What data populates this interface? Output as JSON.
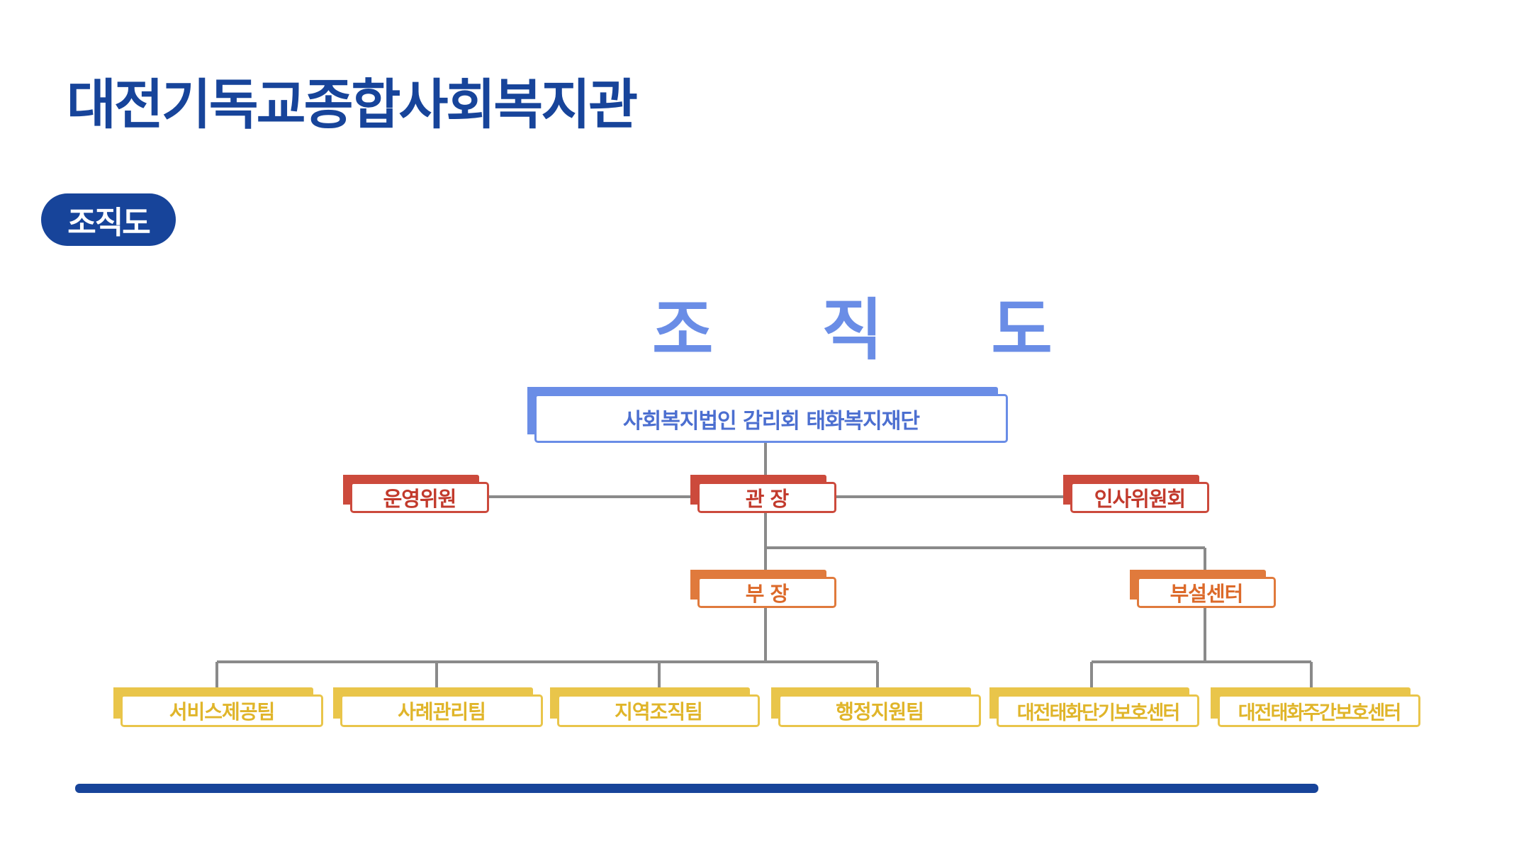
{
  "page": {
    "title": "대전기독교종합사회복지관",
    "section_badge": "조직도"
  },
  "org_chart": {
    "title": "조 직 도",
    "root": "사회복지법인 감리회 태화복지재단",
    "director": "관 장",
    "left_committee": "운영위원",
    "right_committee": "인사위원회",
    "deputy": "부 장",
    "affiliated": "부설센터",
    "teams": [
      "서비스제공팀",
      "사례관리팀",
      "지역조직팀",
      "행정지원팀"
    ],
    "centers": [
      "대전태화단기보호센터",
      "대전태화주간보호센터"
    ]
  },
  "colors": {
    "brand": "#17449a",
    "root": "#6a8de6",
    "executive": "#cc4a3c",
    "department": "#e07a3c",
    "team": "#e9c54a",
    "connector": "#8a8a8a"
  }
}
